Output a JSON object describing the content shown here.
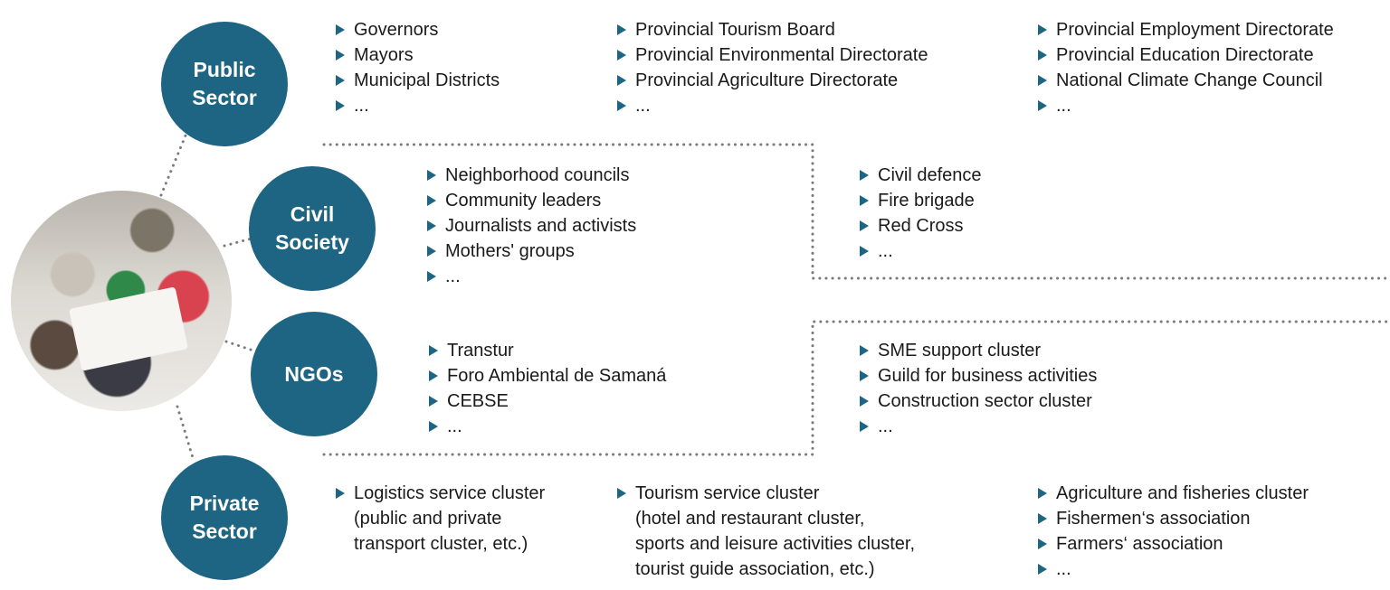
{
  "colors": {
    "node_fill": "#1e6584",
    "bullet": "#1e6584",
    "dotted_line": "#7a7a7a"
  },
  "photo": {
    "alt": "workshop-photo"
  },
  "nodes": {
    "public": "Public\nSector",
    "civil": "Civil\nSociety",
    "ngos": "NGOs",
    "private": "Private\nSector"
  },
  "public_sector": {
    "col1": [
      "Governors",
      "Mayors",
      "Municipal Districts",
      "..."
    ],
    "col2": [
      "Provincial Tourism Board",
      "Provincial Environmental Directorate",
      "Provincial Agriculture Directorate",
      "..."
    ],
    "col3": [
      "Provincial Employment Directorate",
      "Provincial Education Directorate",
      "National Climate Change Council",
      "..."
    ]
  },
  "civil_society": {
    "col1": [
      "Neighborhood councils",
      "Community leaders",
      "Journalists and activists",
      "Mothers' groups",
      "..."
    ],
    "col2": [
      "Civil defence",
      "Fire brigade",
      "Red Cross",
      "..."
    ]
  },
  "ngos": {
    "col1": [
      "Transtur",
      "Foro Ambiental de Samaná",
      "CEBSE",
      "..."
    ],
    "col2": [
      "SME support cluster",
      "Guild for business activities",
      "Construction sector cluster",
      "..."
    ]
  },
  "private_sector": {
    "col1": {
      "item": "Logistics service cluster",
      "cont": [
        "(public and private",
        "transport cluster, etc.)"
      ]
    },
    "col2": {
      "item": "Tourism service cluster",
      "cont": [
        "(hotel and restaurant cluster,",
        "sports and leisure activities cluster,",
        "tourist guide association, etc.)"
      ]
    },
    "col3": [
      "Agriculture and fisheries cluster",
      "Fishermen‘s association",
      "Farmers‘ association",
      "..."
    ]
  }
}
